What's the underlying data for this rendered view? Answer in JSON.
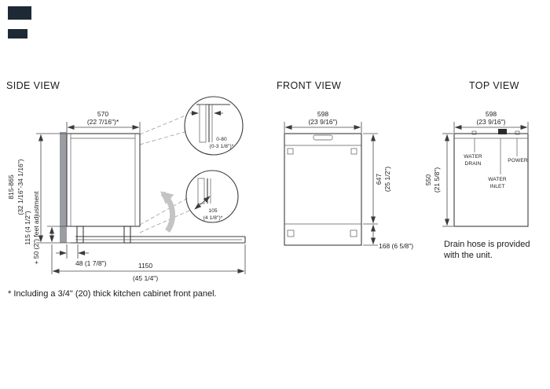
{
  "canvas": {
    "bg": "#ffffff"
  },
  "logos": {
    "primary": "dark-brand-badge",
    "secondary": "dark-brand-badge-small"
  },
  "views": {
    "side": {
      "title": "SIDE VIEW",
      "dims": {
        "top_mm": "570",
        "top_in": "(22 7/16\")*",
        "height_mm": "815-865",
        "height_in": "(32 1/16\"-34 1/16\")",
        "feet_mm": "115 (4 1/2\")",
        "feet_note": "+ 50 (2\") feet adjustment",
        "door_mm": "48 (1 7/8\")",
        "depth_open_mm": "1150",
        "depth_open_in": "(45 1/4\")",
        "detail_top_mm": "0-80",
        "detail_top_in": "(0-3 1/8\")*",
        "detail_bottom_mm": "105",
        "detail_bottom_in": "(4 1/8\")*"
      },
      "footnote": "* Including a 3/4\" (20) thick kitchen cabinet front panel."
    },
    "front": {
      "title": "FRONT VIEW",
      "dims": {
        "width_mm": "598",
        "width_in": "(23 9/16\")",
        "height_mm": "647",
        "height_in": "(25 1/2\")",
        "base_mm": "168 (6 5/8\")"
      }
    },
    "top": {
      "title": "TOP VIEW",
      "dims": {
        "width_mm": "598",
        "width_in": "(23 9/16\")",
        "depth_mm": "550",
        "depth_in": "(21 5/8\")"
      },
      "labels": {
        "water_drain_line1": "WATER",
        "water_drain_line2": "DRAIN",
        "power": "POWER",
        "water_inlet_line1": "WATER",
        "water_inlet_line2": "INLET"
      },
      "note_line1": "Drain hose is provided",
      "note_line2": "with the unit."
    }
  }
}
